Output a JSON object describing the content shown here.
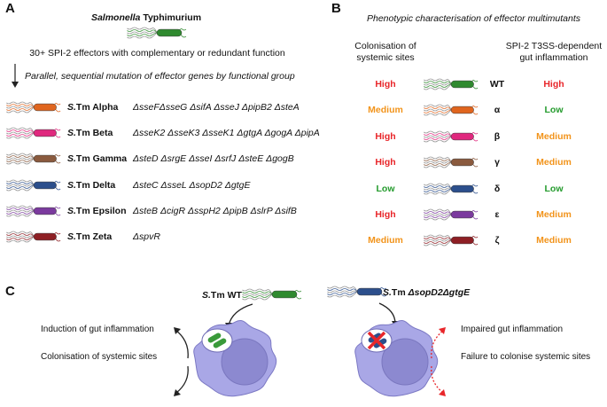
{
  "panelA": {
    "label": "A",
    "title_prefix": "Salmonella",
    "title_suffix": " Typhimurium",
    "subtitle": "30+ SPI-2 effectors with complementary or redundant function",
    "arrow_text": "Parallel, sequential mutation of effector genes by functional group",
    "strains": [
      {
        "name_prefix": "S.",
        "name": "Tm Alpha",
        "genes": "ΔsseFΔsseG ΔsifA ΔsseJ ΔpipB2 ΔsteA",
        "color": "#e0651e"
      },
      {
        "name_prefix": "S.",
        "name": "Tm Beta",
        "genes": "ΔsseK2 ΔsseK3 ΔsseK1 ΔgtgA ΔgogA ΔpipA",
        "color": "#e0287e"
      },
      {
        "name_prefix": "S.",
        "name": "Tm Gamma",
        "genes": "ΔsteD ΔsrgE ΔsseI ΔsrfJ ΔsteE ΔgogB",
        "color": "#8a5a3e"
      },
      {
        "name_prefix": "S.",
        "name": "Tm Delta",
        "genes": "ΔsteC ΔsseL ΔsopD2 ΔgtgE",
        "color": "#2c4f8c"
      },
      {
        "name_prefix": "S.",
        "name": "Tm Epsilon",
        "genes": "ΔsteB ΔcigR ΔsspH2 ΔpipB ΔslrP ΔsifB",
        "color": "#7b3a9e"
      },
      {
        "name_prefix": "S.",
        "name": "Tm Zeta",
        "genes": "ΔspvR",
        "color": "#8e1f24"
      }
    ]
  },
  "panelB": {
    "label": "B",
    "title": "Phenotypic characterisation of effector multimutants",
    "col1_header_line1": "Colonisation of",
    "col1_header_line2": "systemic sites",
    "col2_header_line1": "SPI-2 T3SS-dependent",
    "col2_header_line2": "gut inflammation",
    "rows": [
      {
        "strain": "WT",
        "colonisation": "High",
        "col_level": "hi",
        "inflammation": "High",
        "inf_level": "hi",
        "color": "#2f8a2f"
      },
      {
        "strain": "α",
        "colonisation": "Medium",
        "col_level": "med",
        "inflammation": "Low",
        "inf_level": "low",
        "color": "#e0651e"
      },
      {
        "strain": "β",
        "colonisation": "High",
        "col_level": "hi",
        "inflammation": "Medium",
        "inf_level": "med",
        "color": "#e0287e"
      },
      {
        "strain": "γ",
        "colonisation": "High",
        "col_level": "hi",
        "inflammation": "Medium",
        "inf_level": "med",
        "color": "#8a5a3e"
      },
      {
        "strain": "δ",
        "colonisation": "Low",
        "col_level": "low",
        "inflammation": "Low",
        "inf_level": "low",
        "color": "#2c4f8c"
      },
      {
        "strain": "ε",
        "colonisation": "High",
        "col_level": "hi",
        "inflammation": "Medium",
        "inf_level": "med",
        "color": "#7b3a9e"
      },
      {
        "strain": "ζ",
        "colonisation": "Medium",
        "col_level": "med",
        "inflammation": "Medium",
        "inf_level": "med",
        "color": "#8e1f24"
      }
    ]
  },
  "panelC": {
    "label": "C",
    "left_title_prefix": "S.",
    "left_title": "Tm WT",
    "right_title_prefix": "S.",
    "right_title_mid": "Tm ",
    "right_title_genes": "ΔsopD2ΔgtgE",
    "left_line1": "Induction of gut inflammation",
    "left_line2": "Colonisation of systemic sites",
    "right_line1": "Impaired gut inflammation",
    "right_line2": "Failure to colonise systemic sites",
    "wt_color": "#2f8a2f",
    "mutant_color": "#2c4f8c",
    "cell_color": "#a9a7e6",
    "nucleus_color": "#8c89d0",
    "cross_color": "#e8262a"
  }
}
